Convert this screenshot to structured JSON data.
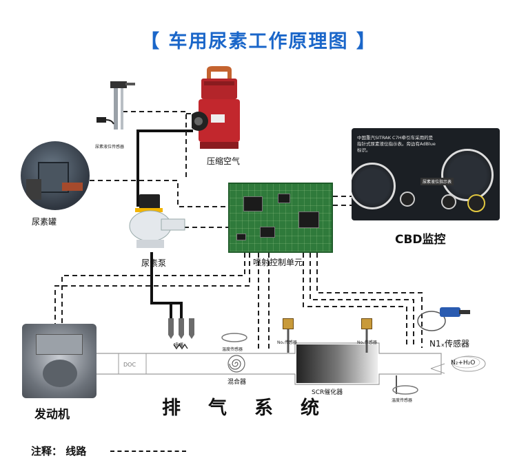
{
  "title": "【 车用尿素工作原理图 】",
  "components": {
    "level_sensor": "尿素液位传感器",
    "compressor": "压缩空气",
    "tank": "尿素罐",
    "pump": "尿素泵",
    "control_unit": "喷射控制单元",
    "monitor": "CBD监控",
    "nozzle": "喷嘴",
    "temp_sensor_1": "温度传感器",
    "mixer": "混合器",
    "nox_sensor_1": "Noₓ传感器",
    "nox_sensor_2": "Noₓ传感器",
    "scr": "SCR催化器",
    "temp_sensor_2": "温度传感器",
    "n2_sensor": "N1ₓ传感器",
    "doc": "DOC",
    "engine": "发动机",
    "output_gas": "N₂+H₂O"
  },
  "monitor_note": "中国重汽SITRAK C7H牵引车采用的是指针式尿素液位指示表。旁边有AdBlue标识。",
  "monitor_tag": "尿素液位指示表",
  "exhaust_system": [
    "排",
    "气",
    "系",
    "统"
  ],
  "legend": {
    "prefix": "注释：",
    "item": "线路"
  }
}
